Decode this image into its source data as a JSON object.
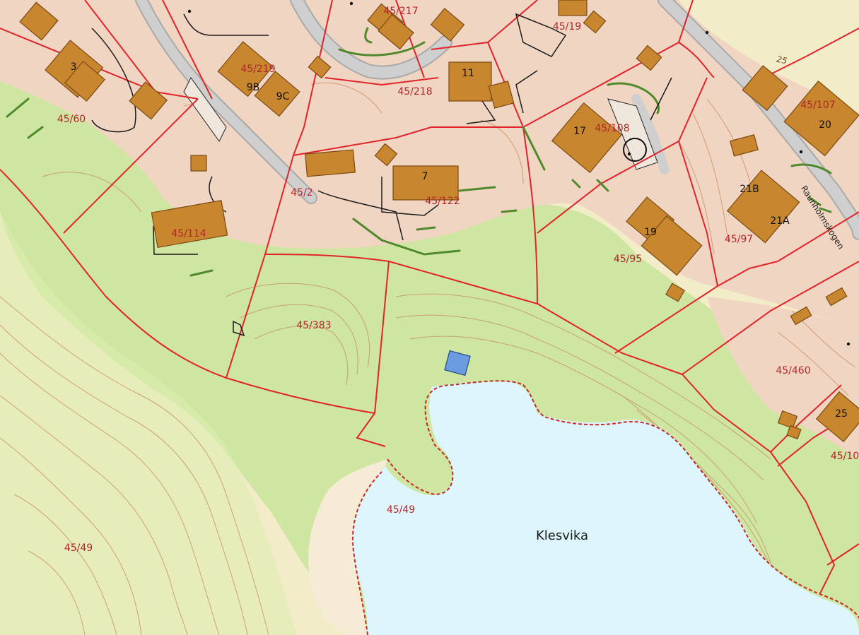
{
  "map": {
    "water_name": "Klesvika",
    "street_name": "Raunholmskogen",
    "contour_label": "25",
    "plot_labels": [
      "45/217",
      "45/19",
      "45/219",
      "45/218",
      "45/107",
      "45/60",
      "45/108",
      "45/2",
      "45/122",
      "45/114",
      "45/97",
      "45/95",
      "45/383",
      "45/460",
      "45/10",
      "45/49",
      "45/49"
    ],
    "house_numbers": [
      "3",
      "9B",
      "9C",
      "11",
      "20",
      "17",
      "7",
      "21B",
      "21A",
      "19",
      "25"
    ],
    "colors": {
      "residential": "#f1d5c3",
      "forest": "#c9e39a",
      "open_land": "#f3ecc9",
      "water": "#ddf6fc",
      "road": "#b5b5b5",
      "building": "#c8862e",
      "building_outline": "#7a4a12",
      "property_line": "#e0242a",
      "shoreline": "#c42a2a",
      "contour": "#c48a5a",
      "hedge": "#4f8a2a",
      "small_building": "#6b9be0"
    }
  }
}
